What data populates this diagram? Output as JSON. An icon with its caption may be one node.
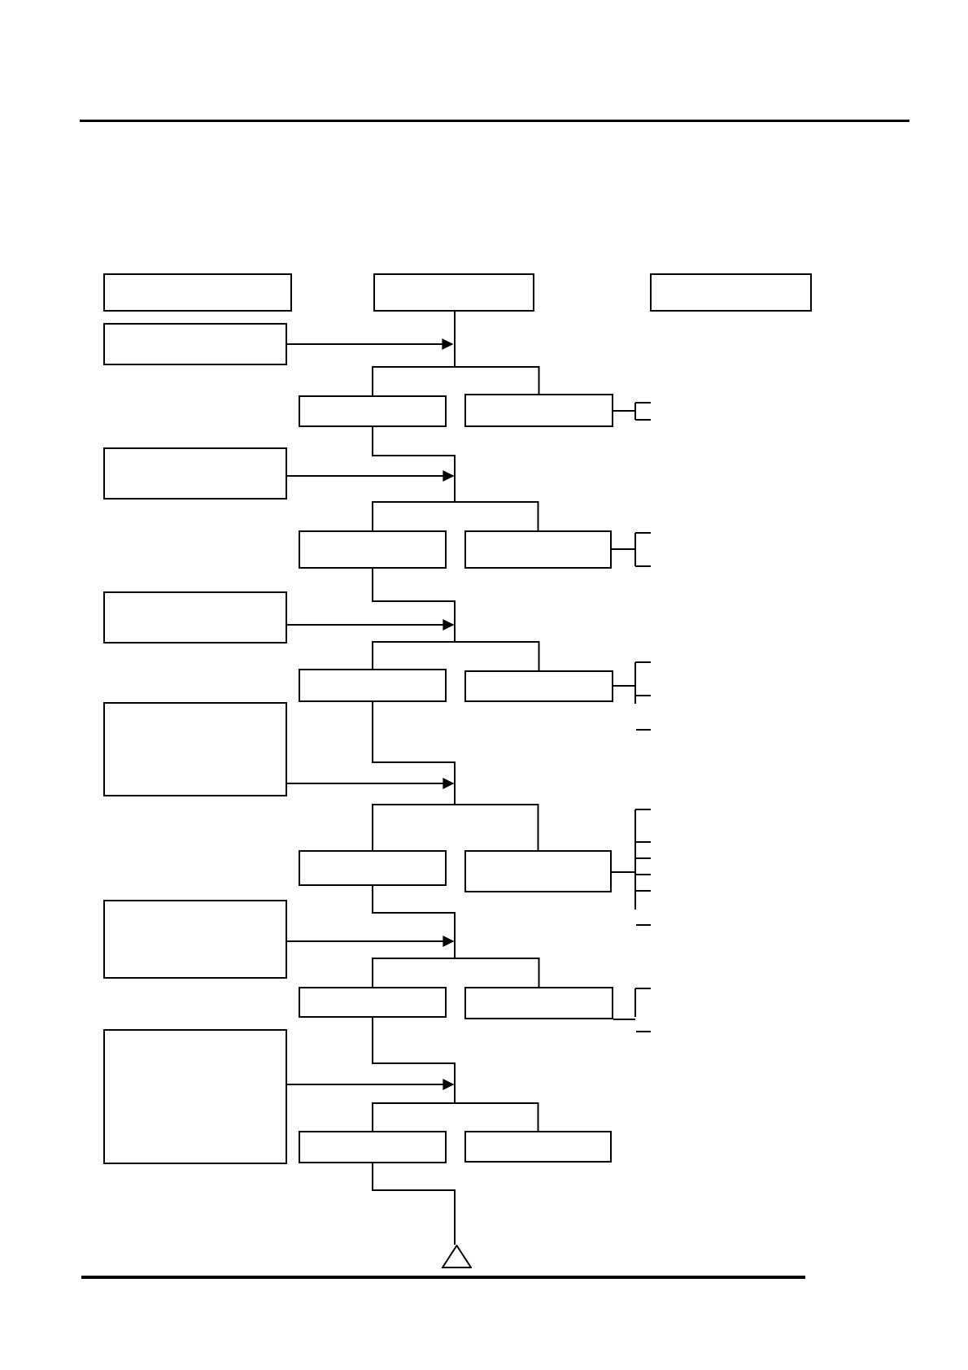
{
  "diagram": {
    "nodes": [
      {
        "text": [],
        "shape": "box"
      },
      {
        "text": [],
        "shape": "box"
      },
      {
        "text": [],
        "shape": "box"
      },
      {
        "text": [],
        "shape": "box"
      },
      {
        "text": [],
        "shape": "box"
      },
      {
        "text": [],
        "shape": "box"
      },
      {
        "text": [],
        "shape": "box"
      },
      {
        "text": [],
        "shape": "box"
      },
      {
        "text": [],
        "shape": "box"
      },
      {
        "text": [],
        "shape": "box"
      },
      {
        "text": [],
        "shape": "box"
      },
      {
        "text": [],
        "shape": "box"
      },
      {
        "text": [],
        "shape": "box"
      },
      {
        "text": [],
        "shape": "box"
      },
      {
        "text": [],
        "shape": "box"
      },
      {
        "text": [],
        "shape": "box"
      },
      {
        "text": [],
        "shape": "box"
      },
      {
        "text": [],
        "shape": "box"
      },
      {
        "text": [],
        "shape": "box"
      },
      {
        "text": [],
        "shape": "box"
      },
      {
        "text": [],
        "shape": "box"
      },
      {
        "text": [],
        "shape": "triangle"
      }
    ],
    "edges": [
      {
        "from": 1,
        "to": 4,
        "arrow": "none"
      },
      {
        "from": 1,
        "to": 5,
        "arrow": "none"
      },
      {
        "from": 3,
        "to": 1,
        "arrow": "to"
      },
      {
        "from": 4,
        "to": 7,
        "arrow": "none"
      },
      {
        "from": 4,
        "to": 8,
        "arrow": "none"
      },
      {
        "from": 6,
        "to": null,
        "arrow": "to"
      },
      {
        "from": 7,
        "to": 10,
        "arrow": "none"
      },
      {
        "from": 7,
        "to": 11,
        "arrow": "none"
      },
      {
        "from": 9,
        "to": null,
        "arrow": "to"
      },
      {
        "from": 10,
        "to": 13,
        "arrow": "none"
      },
      {
        "from": 10,
        "to": 14,
        "arrow": "none"
      },
      {
        "from": 12,
        "to": null,
        "arrow": "to"
      },
      {
        "from": 13,
        "to": 16,
        "arrow": "none"
      },
      {
        "from": 13,
        "to": 17,
        "arrow": "none"
      },
      {
        "from": 15,
        "to": null,
        "arrow": "to"
      },
      {
        "from": 16,
        "to": 19,
        "arrow": "none"
      },
      {
        "from": 16,
        "to": 20,
        "arrow": "none"
      },
      {
        "from": 18,
        "to": null,
        "arrow": "to"
      },
      {
        "from": 19,
        "to": 21,
        "arrow": "none"
      }
    ]
  }
}
